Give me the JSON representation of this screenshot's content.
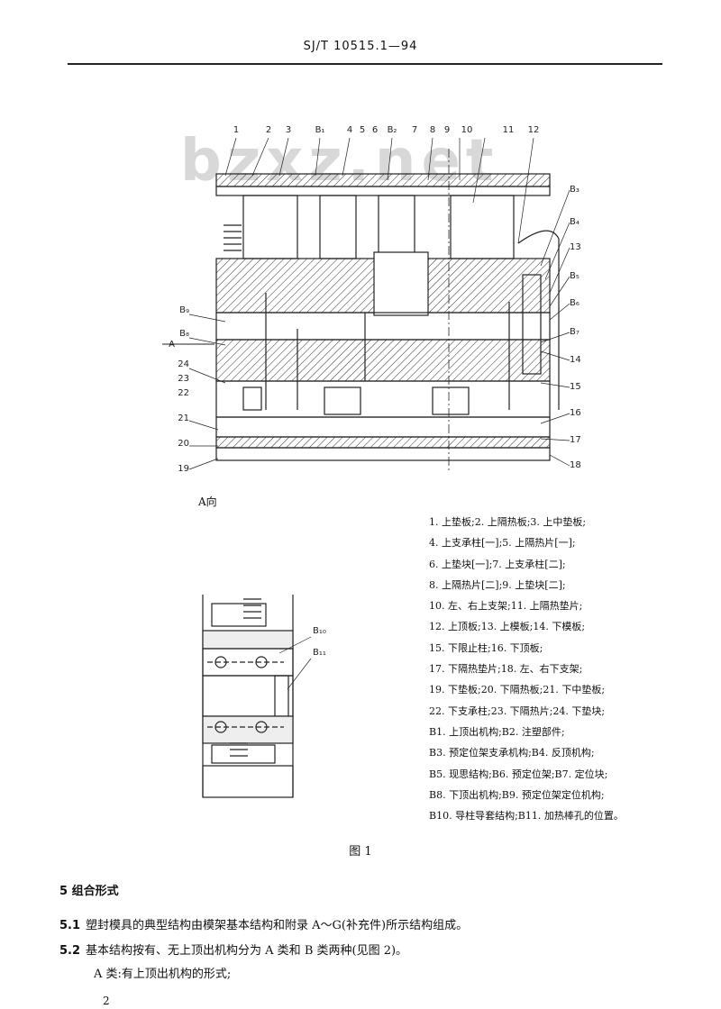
{
  "header": {
    "standard_code": "SJ/T 10515.1—94"
  },
  "watermark": "bzxz.net",
  "figure1": {
    "top_labels": [
      "1",
      "2",
      "3",
      "B₁",
      "4",
      "5",
      "6",
      "B₂",
      "7",
      "8",
      "9",
      "10",
      "11",
      "12"
    ],
    "right_labels": [
      "B₃",
      "B₄",
      "13",
      "B₅",
      "B₆",
      "B₇",
      "14",
      "15",
      "16",
      "17",
      "18"
    ],
    "left_labels": [
      "B₉",
      "A",
      "B₈",
      "24",
      "23",
      "22",
      "21",
      "20",
      "19"
    ],
    "view_labels": [
      "B₁₀",
      "B₁₁"
    ],
    "view_caption": "A向",
    "caption": "图 1",
    "legend": [
      "1. 上垫板;2. 上隔热板;3. 上中垫板;",
      "4. 上支承柱[一];5. 上隔热片[一];",
      "6. 上垫块[一];7. 上支承柱[二];",
      "8. 上隔热片[二];9. 上垫块[二];",
      "10. 左、右上支架;11. 上隔热垫片;",
      "12. 上顶板;13. 上模板;14. 下模板;",
      "15. 下限止柱;16. 下顶板;",
      "17. 下隔热垫片;18. 左、右下支架;",
      "19. 下垫板;20. 下隔热板;21. 下中垫板;",
      "22. 下支承柱;23. 下隔热片;24. 下垫块;",
      "B1. 上顶出机构;B2. 注塑部件;",
      "B3. 预定位架支承机构;B4. 反顶机构;",
      "B5. 现思结构;B6. 预定位架;B7. 定位块;",
      "B8. 下顶出机构;B9. 预定位架定位机构;",
      "B10. 导柱导套结构;B11. 加热棒孔的位置。"
    ]
  },
  "section5": {
    "title": "5   组合形式",
    "p1_num": "5.1",
    "p1_text": "塑封模具的典型结构由模架基本结构和附录 A～G(补充件)所示结构组成。",
    "p2_num": "5.2",
    "p2_text": "基本结构按有、无上顶出机构分为 A 类和 B 类两种(见图 2)。",
    "p3_text": "A 类:有上顶出机构的形式;"
  },
  "page_number": "2"
}
